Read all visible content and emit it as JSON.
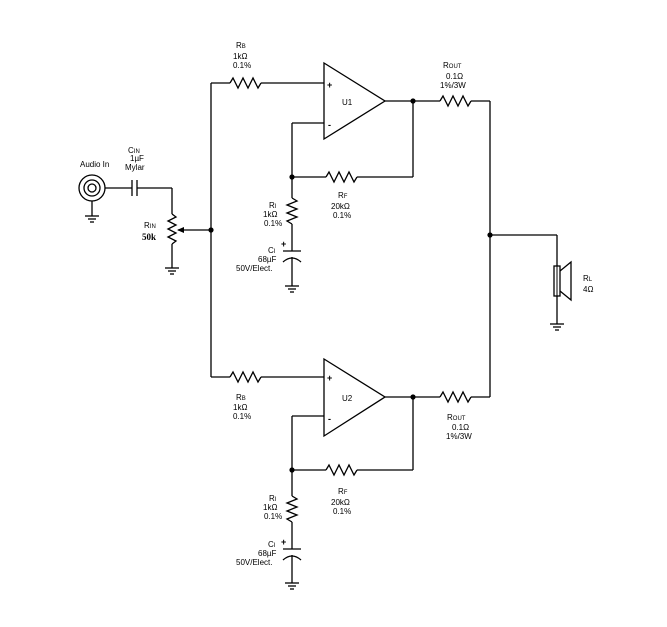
{
  "input": {
    "label": "Audio In"
  },
  "cin": {
    "name": "C",
    "sub": "IN",
    "value": "1µF",
    "type": "Mylar"
  },
  "rin": {
    "name": "R",
    "sub": "IN",
    "value": "50k"
  },
  "u1": {
    "label": "U1",
    "rb": {
      "name": "R",
      "sub": "B",
      "value": "1kΩ",
      "tol": "0.1%"
    },
    "rout": {
      "name": "R",
      "sub": "OUT",
      "value": "0.1Ω",
      "rating": "1%/3W"
    },
    "ri": {
      "name": "R",
      "sub": "I",
      "value": "1kΩ",
      "tol": "0.1%"
    },
    "rf": {
      "name": "R",
      "sub": "F",
      "value": "20kΩ",
      "tol": "0.1%"
    },
    "ci": {
      "name": "C",
      "sub": "I",
      "value": "68µF",
      "rating": "50V/Elect."
    }
  },
  "u2": {
    "label": "U2",
    "rb": {
      "name": "R",
      "sub": "B",
      "value": "1kΩ",
      "tol": "0.1%"
    },
    "rout": {
      "name": "R",
      "sub": "OUT",
      "value": "0.1Ω",
      "rating": "1%/3W"
    },
    "ri": {
      "name": "R",
      "sub": "I",
      "value": "1kΩ",
      "tol": "0.1%"
    },
    "rf": {
      "name": "R",
      "sub": "F",
      "value": "20kΩ",
      "tol": "0.1%"
    },
    "ci": {
      "name": "C",
      "sub": "I",
      "value": "68µF",
      "rating": "50V/Elect."
    }
  },
  "rl": {
    "name": "R",
    "sub": "L",
    "value": "4Ω"
  },
  "opamp_signs": {
    "plus": "+",
    "minus": "-"
  }
}
